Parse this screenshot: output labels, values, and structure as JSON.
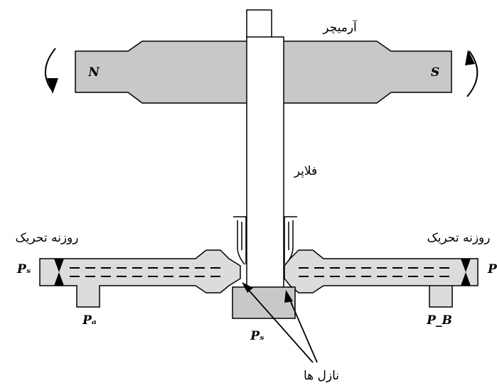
{
  "labels": {
    "armature": "آرمیچر",
    "flapper": "فلاپر",
    "drive_slot_left": "روزنه تحریک",
    "drive_slot_right": "روزنه تحریک",
    "nozzles": "نازل ها",
    "pole_n": "N",
    "pole_s": "S",
    "p_left": "Pₛ",
    "p_right": "Pₛ",
    "p_a": "Pₐ",
    "p_b": "P_B",
    "p_s": "Pₛ"
  },
  "colors": {
    "fill": "#c8c8c8",
    "fill_light": "#dcdcdc",
    "stroke": "#000000",
    "background": "#ffffff"
  }
}
